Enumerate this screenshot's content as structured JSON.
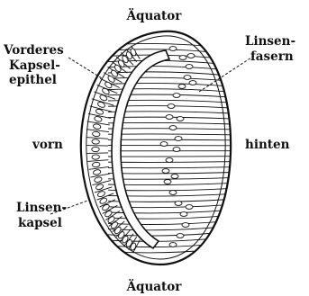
{
  "labels": {
    "top": "Äquator",
    "bottom": "Äquator",
    "front": "vorn",
    "back": "hinten",
    "epithel_line1": "Vorderes",
    "epithel_line2": "Kapsel-",
    "epithel_line3": "epithel",
    "fasern_line1": "Linsen-",
    "fasern_line2": "fasern",
    "kapsel_line1": "Linsen-",
    "kapsel_line2": "kapsel"
  },
  "colors": {
    "ink": "#111111",
    "paper": "#ffffff"
  }
}
